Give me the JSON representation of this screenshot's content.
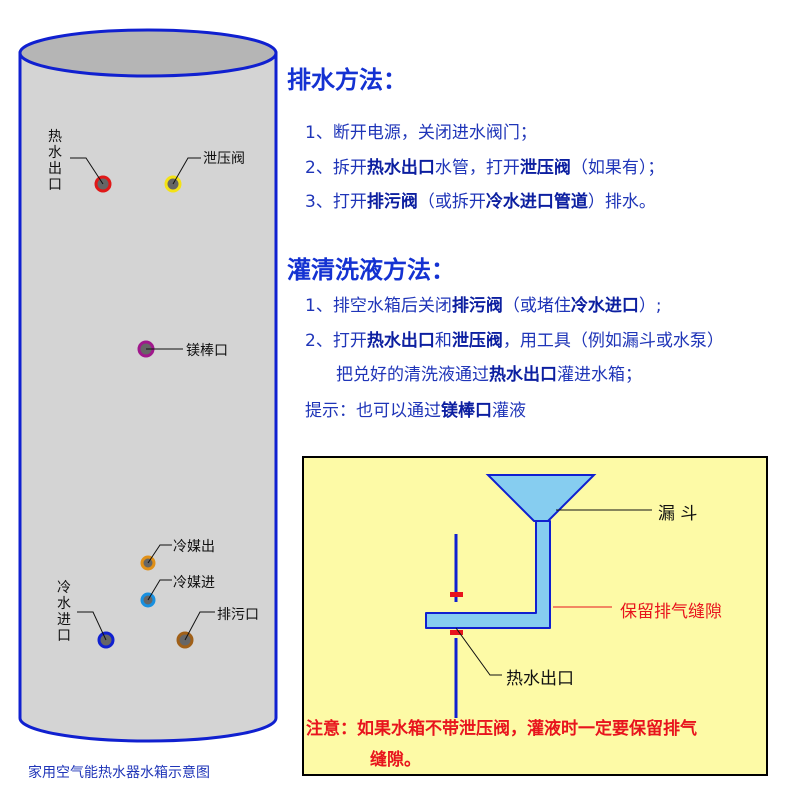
{
  "tank": {
    "caption": "家用空气能热水器水箱示意图",
    "labels": {
      "hot_water_outlet": "热水出口",
      "pressure_relief_valve": "泄压阀",
      "magnesium_rod_port": "镁棒口",
      "refrigerant_out": "冷媒出",
      "refrigerant_in": "冷媒进",
      "cold_water_inlet": "冷水进口",
      "drain_port": "排污口"
    }
  },
  "drain_method": {
    "title": "排水方法：",
    "steps": [
      [
        "1、断开电源，关闭进水阀门；"
      ],
      [
        "2、拆开",
        "热水出口",
        "水管，打开",
        "泄压阀",
        "（如果有）；"
      ],
      [
        "3、打开",
        "排污阀",
        "（或拆开",
        "冷水进口管道",
        "）排水。"
      ]
    ]
  },
  "fill_method": {
    "title": "灌清洗液方法：",
    "steps": [
      [
        "1、排空水箱后关闭",
        "排污阀",
        "（或堵住",
        "冷水进口",
        "）;"
      ],
      [
        "2、打开",
        "热水出口",
        "和",
        "泄压阀",
        "，用工具（例如漏斗或水泵）"
      ],
      [
        "把兑好的清洗液通过",
        "热水出口",
        "灌进水箱；"
      ]
    ],
    "tip": [
      "提示：也可以通过",
      "镁棒口",
      "灌液"
    ]
  },
  "funnel_diagram": {
    "funnel_label": "漏 斗",
    "gap_label": "保留排气缝隙",
    "outlet_label": "热水出口",
    "note_line1": "注意：如果水箱不带泄压阀，灌液时一定要保留排气",
    "note_line2": "缝隙。"
  },
  "colors": {
    "tank_fill": "#d4d4d4",
    "tank_stroke": "#1020d0",
    "panel_bg": "#fdfaa6",
    "funnel_fill": "#86cdf0",
    "heading": "#1432d2",
    "warning": "#e8141d"
  }
}
